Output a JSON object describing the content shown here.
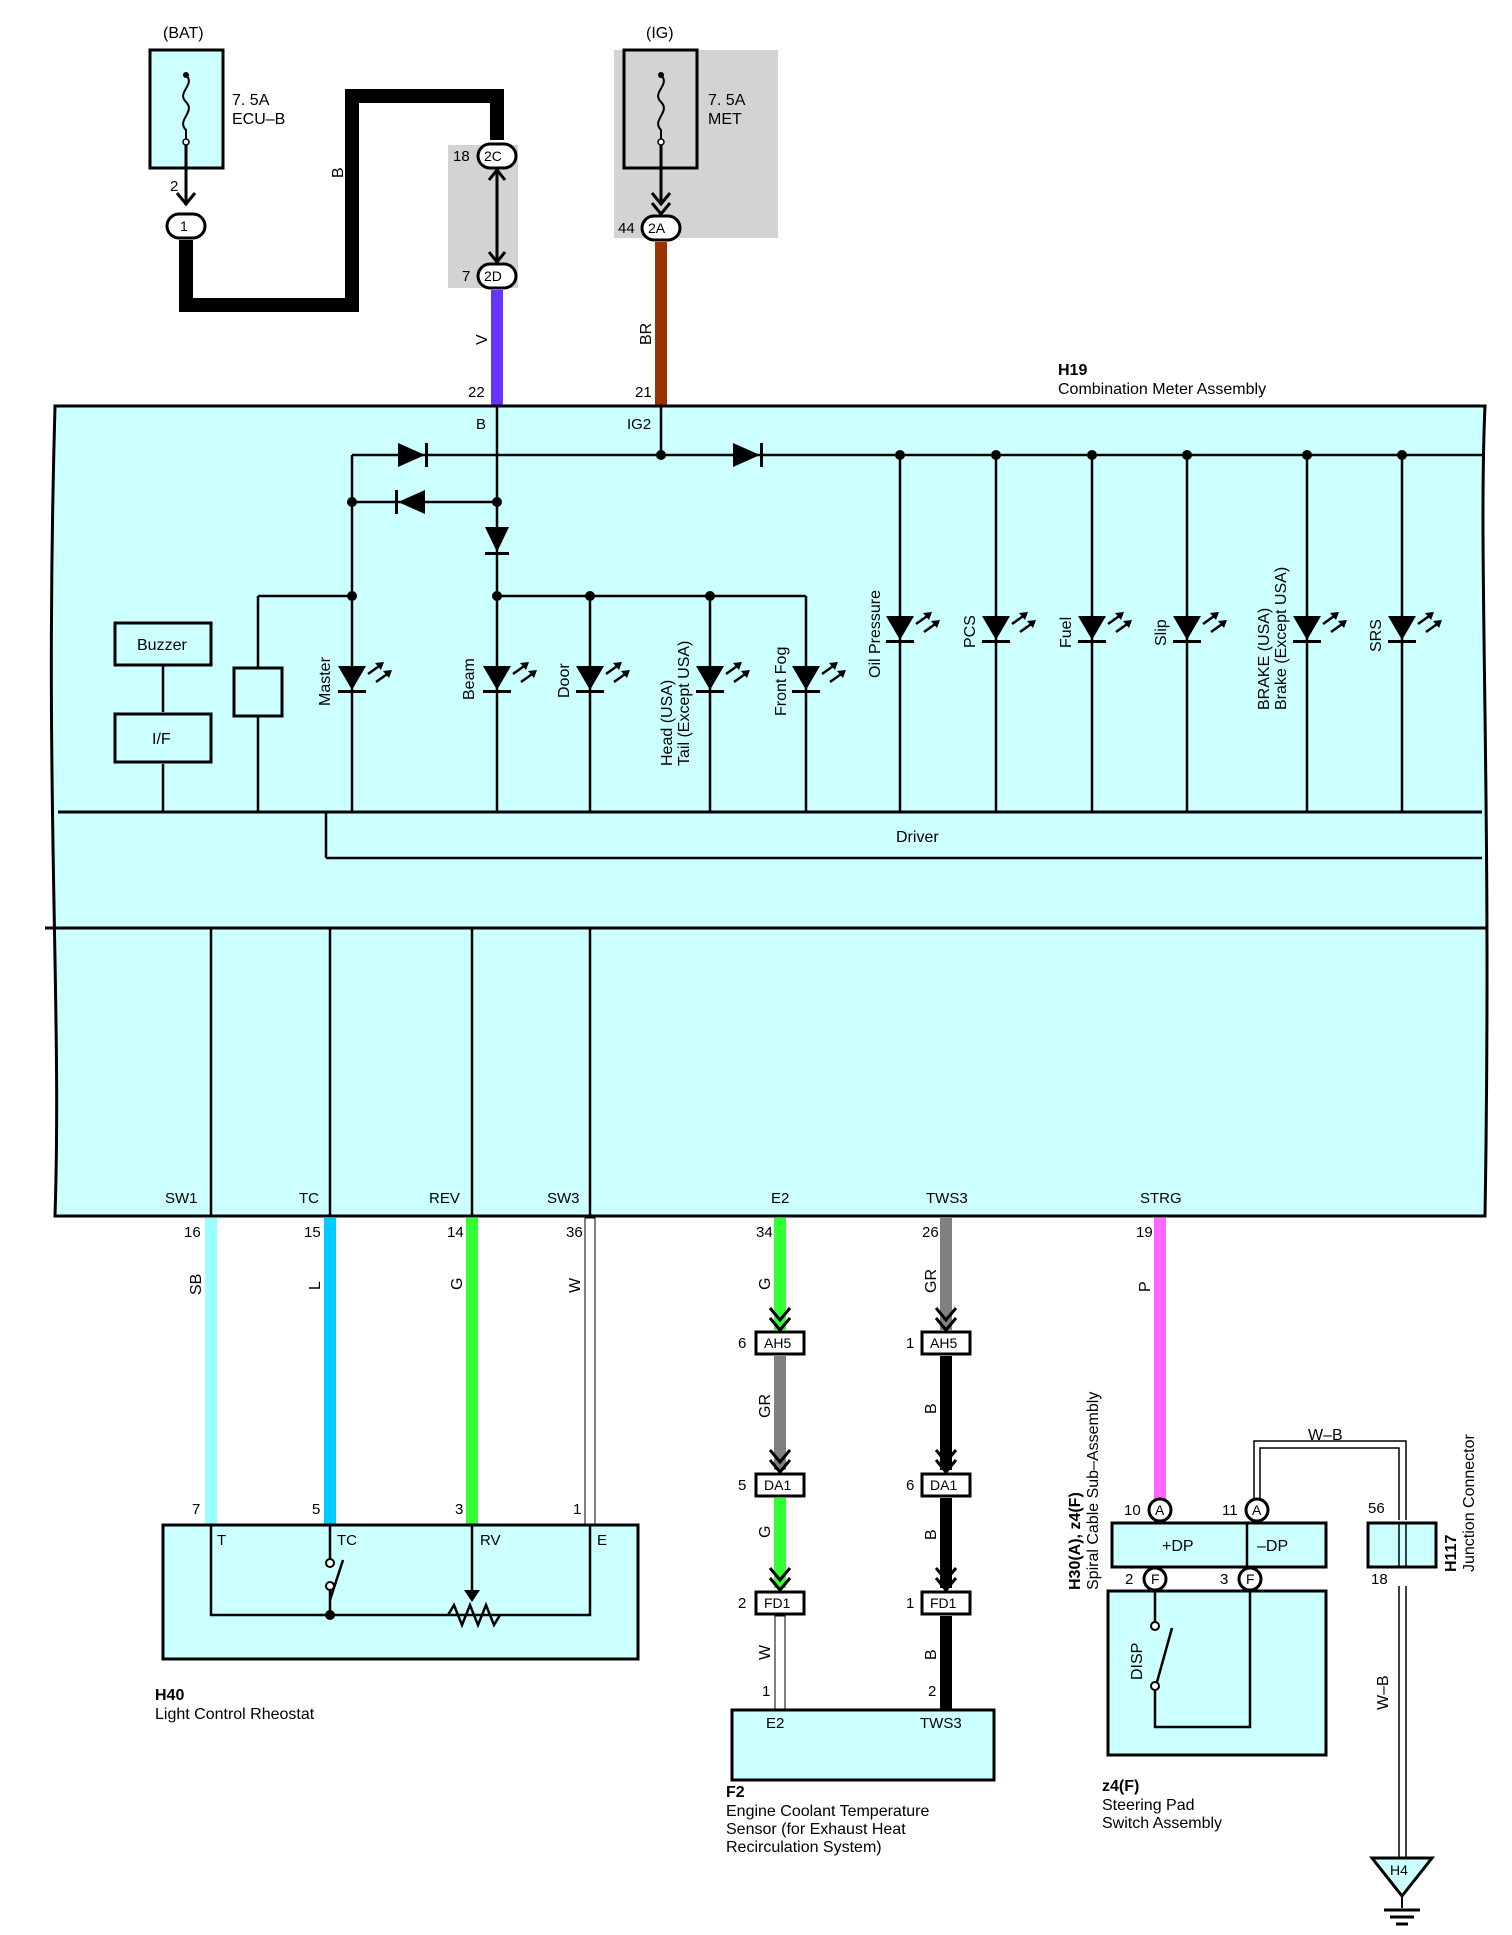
{
  "fuses": {
    "bat": {
      "supply": "(BAT)",
      "rating": "7. 5A",
      "name": "ECU–B"
    },
    "ig": {
      "supply": "(IG)",
      "rating": "7. 5A",
      "name": "MET"
    }
  },
  "top_connectors": {
    "c1": "1",
    "c1_pin": "2",
    "c2c": "2C",
    "c2c_pin": "18",
    "c2d": "2D",
    "c2d_pin": "7",
    "c2a": "2A",
    "c2a_pin": "44"
  },
  "wires": {
    "b_top": "B",
    "v": "V",
    "br": "BR",
    "sb": "SB",
    "l": "L",
    "g": "G",
    "w": "W",
    "g_e2": "G",
    "gr_e2a": "GR",
    "g_e2b": "G",
    "w_e2": "W",
    "gr_tws": "GR",
    "b_tws1": "B",
    "b_tws2": "B",
    "b_tws3": "B",
    "p": "P",
    "wb_top": "W–B",
    "wb_bottom": "W–B"
  },
  "meter": {
    "code": "H19",
    "name": "Combination Meter Assembly",
    "pin_b": "22",
    "term_b": "B",
    "pin_ig2": "21",
    "term_ig2": "IG2",
    "buzzer": "Buzzer",
    "if": "I/F",
    "driver": "Driver",
    "lamps": {
      "master": "Master",
      "beam": "Beam",
      "door": "Door",
      "head1": "Head (USA)",
      "head2": "Tail (Except USA)",
      "front_fog": "Front Fog",
      "oil": "Oil Pressure",
      "pcs": "PCS",
      "fuel": "Fuel",
      "slip": "Slip",
      "brake1": "BRAKE (USA)",
      "brake2": "Brake (Except USA)",
      "srs": "SRS"
    },
    "bottom_terms": [
      "SW1",
      "TC",
      "REV",
      "SW3",
      "E2",
      "TWS3",
      "STRG"
    ],
    "bottom_pins": [
      "16",
      "15",
      "14",
      "36",
      "34",
      "26",
      "19"
    ]
  },
  "rheostat": {
    "code": "H40",
    "name": "Light Control Rheostat",
    "pins": [
      "7",
      "5",
      "3",
      "1"
    ],
    "terms": [
      "T",
      "TC",
      "RV",
      "E"
    ]
  },
  "inline": {
    "ah5": "AH5",
    "da1": "DA1",
    "fd1": "FD1",
    "e2_pins": [
      "6",
      "5",
      "2"
    ],
    "tws_pins": [
      "1",
      "6",
      "1"
    ]
  },
  "sensor": {
    "code": "F2",
    "name1": "Engine Coolant Temperature",
    "name2": "Sensor (for Exhaust Heat",
    "name3": "Recirculation System)",
    "pins": [
      "1",
      "2"
    ],
    "terms": [
      "E2",
      "TWS3"
    ]
  },
  "spiral": {
    "code": "H30(A), z4(F)",
    "name": "Spiral Cable Sub–Assembly",
    "conn_a": "A",
    "conn_f": "F",
    "pin_10": "10",
    "pin_11": "11",
    "pin_2": "2",
    "pin_3": "3",
    "term_pos": "+DP",
    "term_neg": "–DP"
  },
  "steering": {
    "code": "z4(F)",
    "name1": "Steering Pad",
    "name2": "Switch Assembly",
    "disp": "DISP"
  },
  "junction": {
    "code": "H117",
    "name": "Junction Connector",
    "pin_56": "56",
    "pin_18": "18"
  },
  "ground": {
    "code": "H4"
  },
  "colors": {
    "box": "#ccffff",
    "gray": "#d3d3d3",
    "v": "#6633ff",
    "br": "#993300",
    "sb": "#99ffff",
    "l": "#00ccff",
    "g": "#33ff33",
    "gr": "#808080",
    "p": "#ff66ff",
    "b": "#000000"
  }
}
